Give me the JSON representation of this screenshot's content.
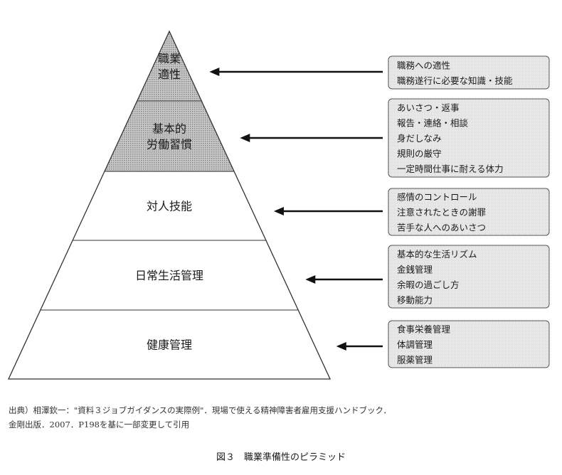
{
  "pyramid": {
    "levels": [
      {
        "label_lines": [
          "職業",
          "適性"
        ],
        "shaded": true,
        "details": [
          "職務への適性",
          "職務遂行に必要な知識・技能"
        ]
      },
      {
        "label_lines": [
          "基本的",
          "労働習慣"
        ],
        "shaded": true,
        "details": [
          "あいさつ・返事",
          "報告・連絡・相談",
          "身だしなみ",
          "規則の厳守",
          "一定時間仕事に耐える体力"
        ]
      },
      {
        "label_lines": [
          "対人技能"
        ],
        "shaded": false,
        "details": [
          "感情のコントロール",
          "注意されたときの謝罪",
          "苦手な人へのあいさつ"
        ]
      },
      {
        "label_lines": [
          "日常生活管理"
        ],
        "shaded": false,
        "details": [
          "基本的な生活リズム",
          "金銭管理",
          "余暇の過ごし方",
          "移動能力"
        ]
      },
      {
        "label_lines": [
          "健康管理"
        ],
        "shaded": false,
        "details": [
          "食事栄養管理",
          "体調管理",
          "服薬管理"
        ]
      }
    ]
  },
  "source": {
    "line1": "出典）相澤欽一：\"資料３ジョブガイダンスの実際例\"．現場で使える精神障害者雇用支援ハンドブック．",
    "line2": "金剛出版．2007．P198を基に一部変更して引用"
  },
  "caption": "図３　職業準備性のピラミッド",
  "colors": {
    "stroke": "#333333",
    "text": "#1a1a1a",
    "shade": "#9a9a9a",
    "box_fill": "#e4e4e4"
  }
}
